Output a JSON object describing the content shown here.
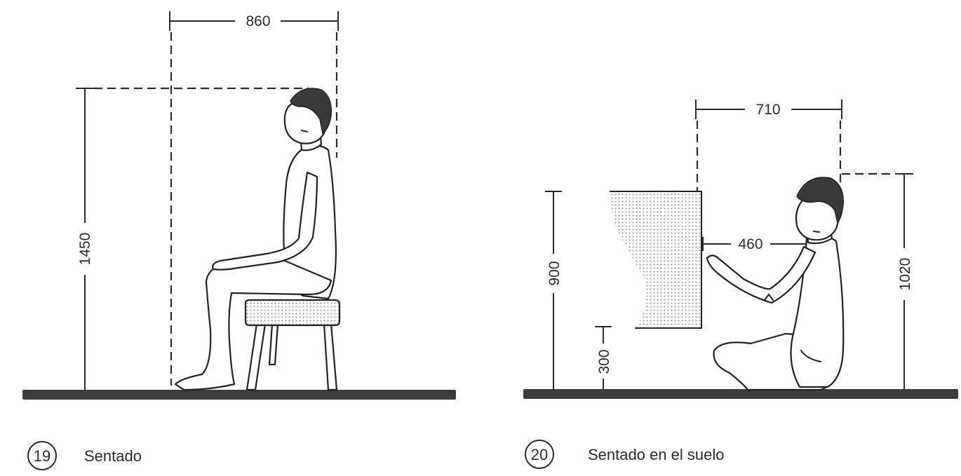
{
  "figures": [
    {
      "number": "19",
      "caption": "Sentado",
      "dimensions": {
        "width": "860",
        "height": "1450"
      }
    },
    {
      "number": "20",
      "caption": "Sentado en el suelo",
      "dimensions": {
        "width": "710",
        "reach": "460",
        "counter_height": "900",
        "counter_bottom": "300",
        "eye_height": "1020"
      }
    }
  ]
}
